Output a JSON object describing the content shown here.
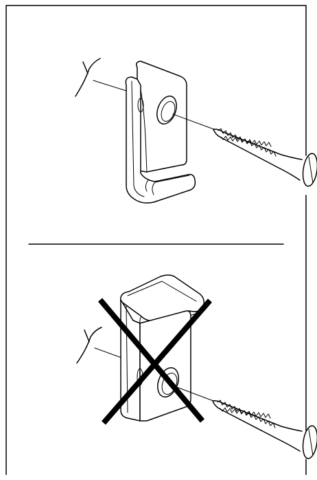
{
  "figure": {
    "panels": [
      {
        "id": "correct",
        "mark_symbol": "Y",
        "status": "correct"
      },
      {
        "id": "incorrect",
        "mark_symbol": "Y",
        "status": "incorrect",
        "overlay": "x-cross"
      }
    ],
    "icons": [
      "clip-bracket-icon",
      "wood-screw-icon",
      "x-cross-icon"
    ],
    "colors": {
      "line": "#000000",
      "background": "#ffffff"
    }
  }
}
